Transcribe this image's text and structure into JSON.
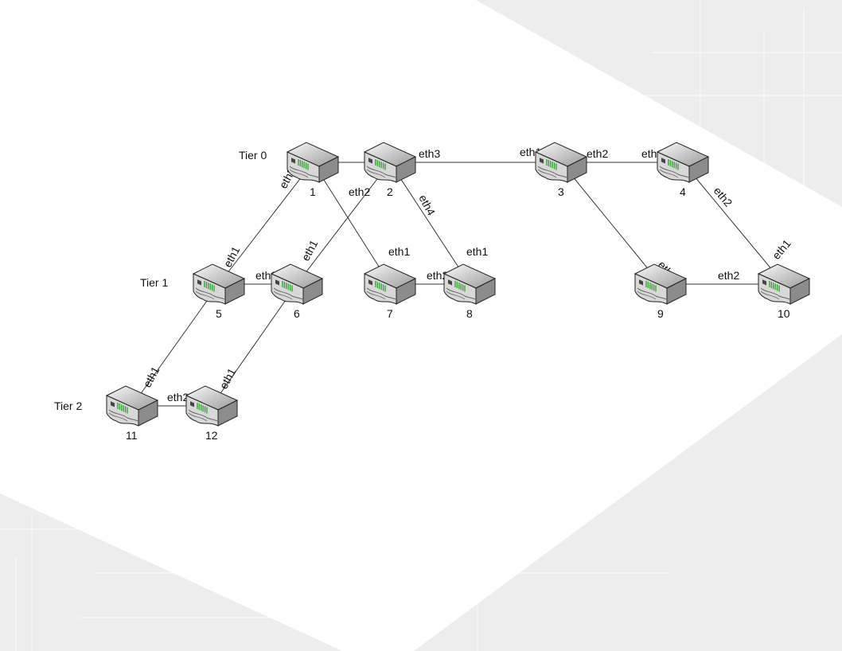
{
  "tiers": [
    {
      "id": "tier0",
      "label": "Tier 0"
    },
    {
      "id": "tier1",
      "label": "Tier 1"
    },
    {
      "id": "tier2",
      "label": "Tier 2"
    }
  ],
  "nodes": [
    {
      "id": "1",
      "label": "1"
    },
    {
      "id": "2",
      "label": "2"
    },
    {
      "id": "3",
      "label": "3"
    },
    {
      "id": "4",
      "label": "4"
    },
    {
      "id": "5",
      "label": "5"
    },
    {
      "id": "6",
      "label": "6"
    },
    {
      "id": "7",
      "label": "7"
    },
    {
      "id": "8",
      "label": "8"
    },
    {
      "id": "9",
      "label": "9"
    },
    {
      "id": "10",
      "label": "10"
    },
    {
      "id": "11",
      "label": "11"
    },
    {
      "id": "12",
      "label": "12"
    }
  ],
  "links": [
    {
      "from": "1",
      "to": "2",
      "from_port": "",
      "to_port": "eth1"
    },
    {
      "from": "2",
      "to": "3",
      "from_port": "eth3",
      "to_port": "eth1"
    },
    {
      "from": "3",
      "to": "4",
      "from_port": "eth2",
      "to_port": "eth1"
    },
    {
      "from": "1",
      "to": "5",
      "from_port": "eth3",
      "to_port": "eth1"
    },
    {
      "from": "2",
      "to": "6",
      "from_port": "eth2",
      "to_port": "eth1"
    },
    {
      "from": "1",
      "to": "7",
      "from_port": "",
      "to_port": "eth1"
    },
    {
      "from": "2",
      "to": "8",
      "from_port": "eth4",
      "to_port": "eth1"
    },
    {
      "from": "3",
      "to": "9",
      "from_port": "",
      "to_port": "eth1"
    },
    {
      "from": "4",
      "to": "10",
      "from_port": "eth2",
      "to_port": "eth1"
    },
    {
      "from": "5",
      "to": "6",
      "from_port": "eth2",
      "to_port": ""
    },
    {
      "from": "7",
      "to": "8",
      "from_port": "eth2",
      "to_port": ""
    },
    {
      "from": "9",
      "to": "10",
      "from_port": "eth2",
      "to_port": ""
    },
    {
      "from": "5",
      "to": "11",
      "from_port": "",
      "to_port": "eth1"
    },
    {
      "from": "6",
      "to": "12",
      "from_port": "",
      "to_port": "eth1"
    },
    {
      "from": "11",
      "to": "12",
      "from_port": "eth2",
      "to_port": ""
    }
  ]
}
